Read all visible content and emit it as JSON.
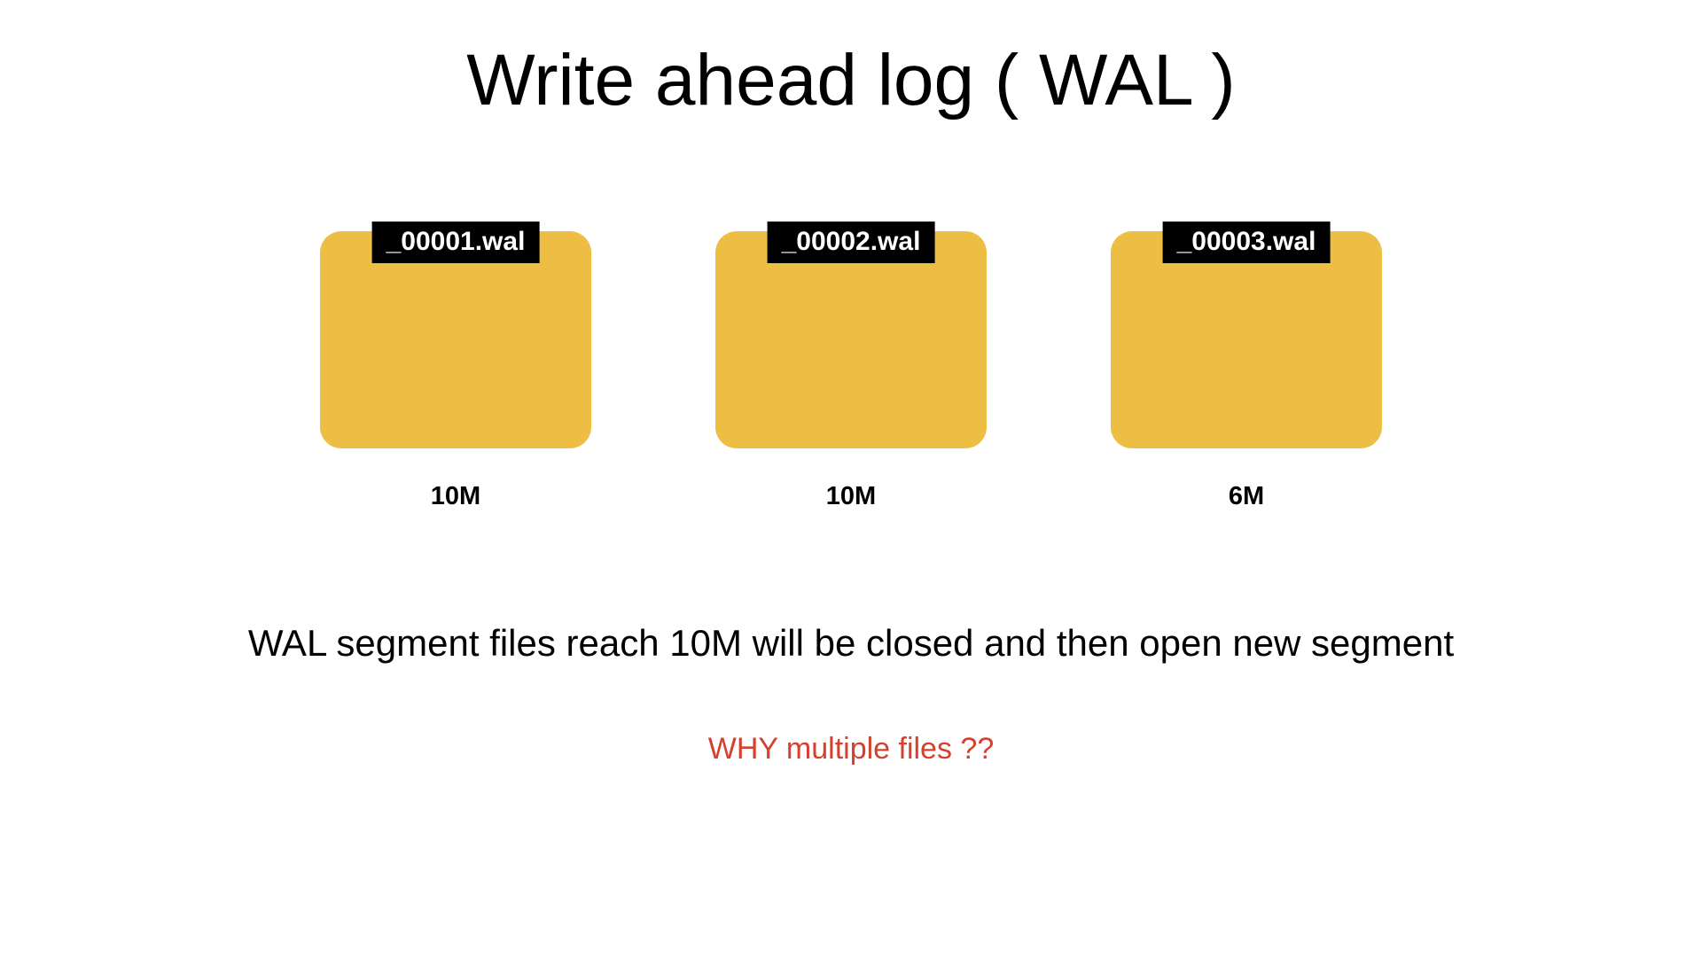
{
  "title": "Write ahead log ( WAL )",
  "segments": [
    {
      "filename": "_00001.wal",
      "size": "10M"
    },
    {
      "filename": "_00002.wal",
      "size": "10M"
    },
    {
      "filename": "_00003.wal",
      "size": "6M"
    }
  ],
  "caption": "WAL segment files reach 10M will be closed and then open new segment",
  "question": "WHY multiple files ??",
  "colors": {
    "background": "#FFFFFF",
    "segment_fill": "#EDBD44",
    "filename_label_bg": "#000000",
    "filename_label_text": "#FFFFFF",
    "body_text": "#000000",
    "question_text": "#D5412D"
  }
}
